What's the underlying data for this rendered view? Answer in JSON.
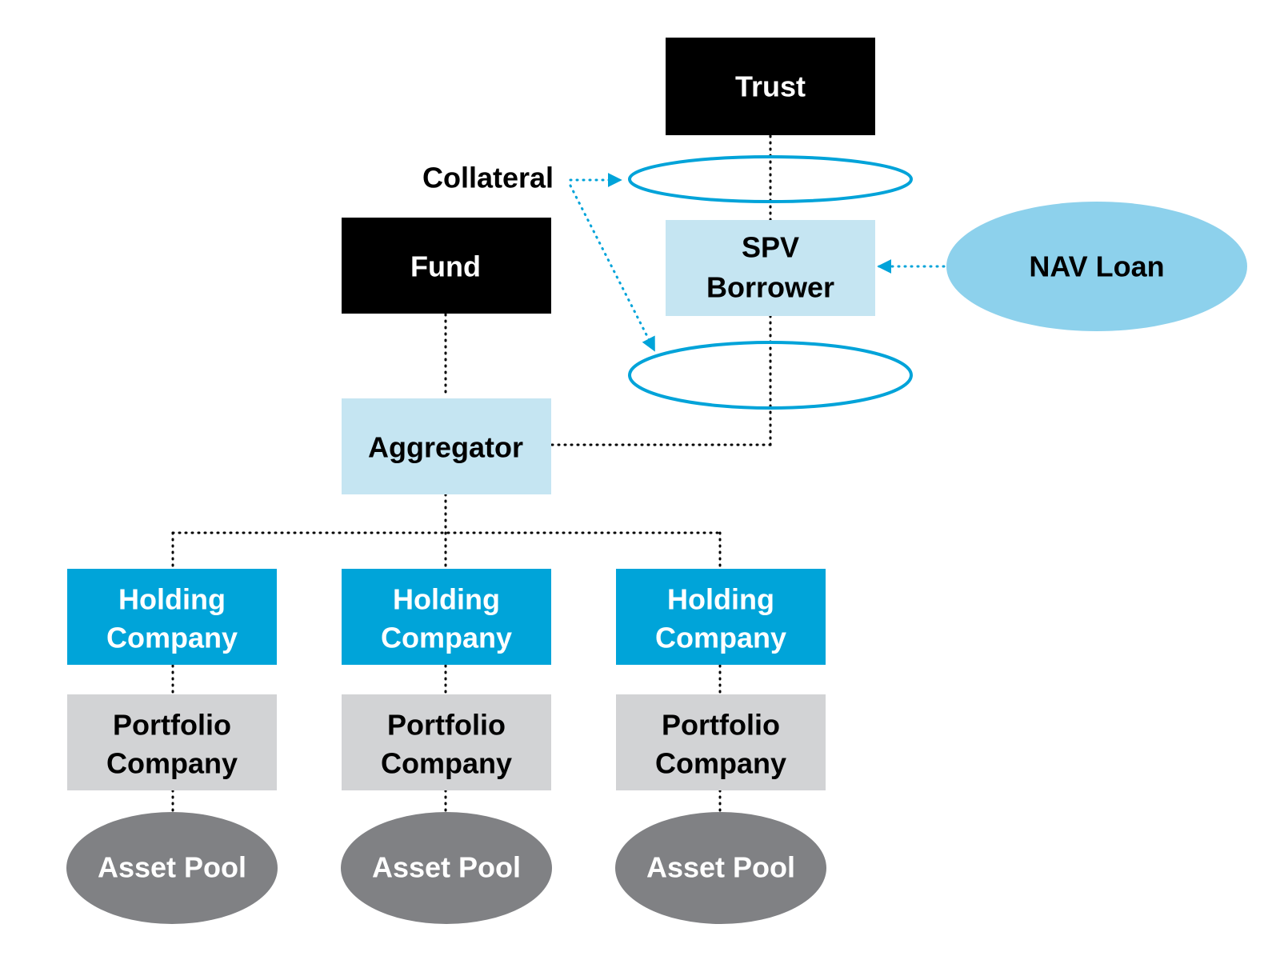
{
  "colors": {
    "black_box": "#000000",
    "light_blue_box": "#c5e5f2",
    "holding_blue": "#00a4d9",
    "portfolio_gray": "#d2d3d5",
    "asset_gray": "#808184",
    "nav_loan_fill": "#8dd1ec",
    "collateral_stroke": "#00a3d9"
  },
  "nodes": {
    "trust": "Trust",
    "fund": "Fund",
    "spv_line1": "SPV",
    "spv_line2": "Borrower",
    "nav_loan": "NAV Loan",
    "aggregator": "Aggregator",
    "collateral": "Collateral",
    "holding": [
      {
        "line1": "Holding",
        "line2": "Company"
      },
      {
        "line1": "Holding",
        "line2": "Company"
      },
      {
        "line1": "Holding",
        "line2": "Company"
      }
    ],
    "portfolio": [
      {
        "line1": "Portfolio",
        "line2": "Company"
      },
      {
        "line1": "Portfolio",
        "line2": "Company"
      },
      {
        "line1": "Portfolio",
        "line2": "Company"
      }
    ],
    "asset_pool": [
      "Asset Pool",
      "Asset Pool",
      "Asset Pool"
    ]
  }
}
